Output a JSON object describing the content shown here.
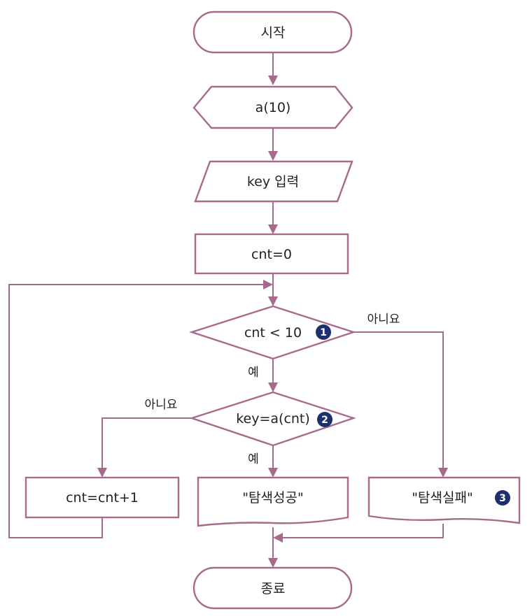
{
  "flowchart": {
    "start": "시작",
    "declare": "a(10)",
    "input": "key 입력",
    "init": "cnt=0",
    "loop_condition": "cnt < 10",
    "search_condition": "key=a(cnt)",
    "increment": "cnt=cnt+1",
    "success_output": "\"탐색성공\"",
    "fail_output": "\"탐색실패\"",
    "end": "종료",
    "yes_label": "예",
    "no_label": "아니요",
    "badges": [
      "1",
      "2",
      "3"
    ]
  },
  "colors": {
    "line": "#a86a8c",
    "badge": "#1d2f6e",
    "text": "#231f20"
  }
}
